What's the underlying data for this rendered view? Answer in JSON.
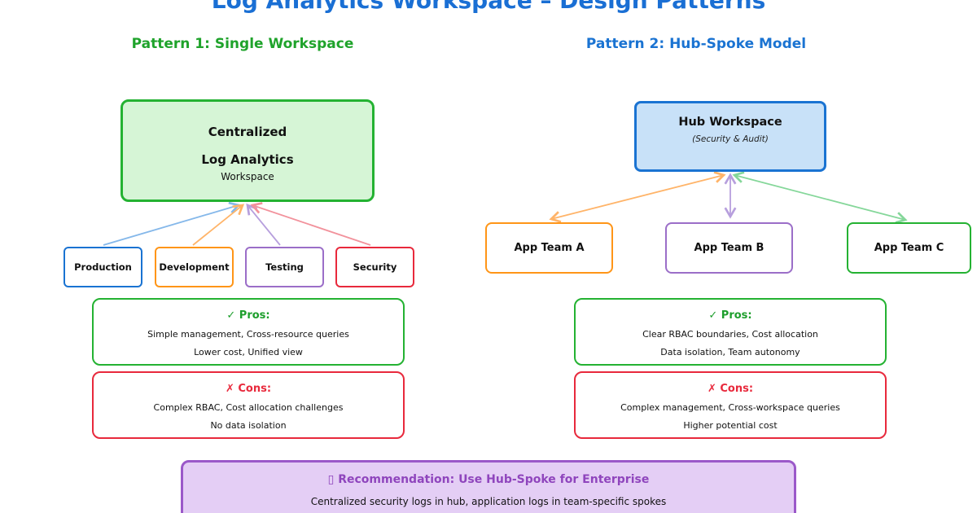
{
  "title": "Log Analytics Workspace – Design Patterns",
  "patterns": [
    {
      "heading": "Pattern 1: Single Workspace",
      "central_box": {
        "line1": "Centralized",
        "line2": "Log Analytics",
        "line3": "Workspace"
      },
      "sources": [
        "Production",
        "Development",
        "Testing",
        "Security"
      ],
      "pros": {
        "title": "✓ Pros:",
        "line1": "Simple management, Cross-resource queries",
        "line2": "Lower cost, Unified view"
      },
      "cons": {
        "title": "✗ Cons:",
        "line1": "Complex RBAC, Cost allocation challenges",
        "line2": "No data isolation"
      }
    },
    {
      "heading": "Pattern 2: Hub-Spoke Model",
      "hub_box": {
        "title": "Hub Workspace",
        "subtitle": "(Security & Audit)"
      },
      "spokes": [
        "App Team A",
        "App Team B",
        "App Team C"
      ],
      "pros": {
        "title": "✓ Pros:",
        "line1": "Clear RBAC boundaries, Cost allocation",
        "line2": "Data isolation, Team autonomy"
      },
      "cons": {
        "title": "✗ Cons:",
        "line1": "Complex management, Cross-workspace queries",
        "line2": "Higher potential cost"
      }
    }
  ],
  "recommendation": {
    "title": "▯ Recommendation: Use Hub-Spoke for Enterprise",
    "body": "Centralized security logs in hub, application logs in team-specific spokes"
  },
  "colors": {
    "title_blue": "#1a6fd4",
    "green": "#24b232",
    "green_fill": "#d6f5d6",
    "blue": "#1a73d2",
    "blue_fill": "#c8e1f8",
    "orange": "#ff9517",
    "purple": "#9b6ec8",
    "red": "#e8293c",
    "pros_text_green": "#1d9e2c",
    "cons_text_red": "#e8293c",
    "recommendation_border": "#9b59c9",
    "recommendation_fill": "#e4cef5",
    "recommendation_text": "#8f45bd",
    "arrow_blue": "#85b8ea",
    "arrow_orange": "#ffb469",
    "arrow_purple": "#b79fdd",
    "arrow_red": "#f2929c",
    "arrow_green": "#85d79a"
  }
}
